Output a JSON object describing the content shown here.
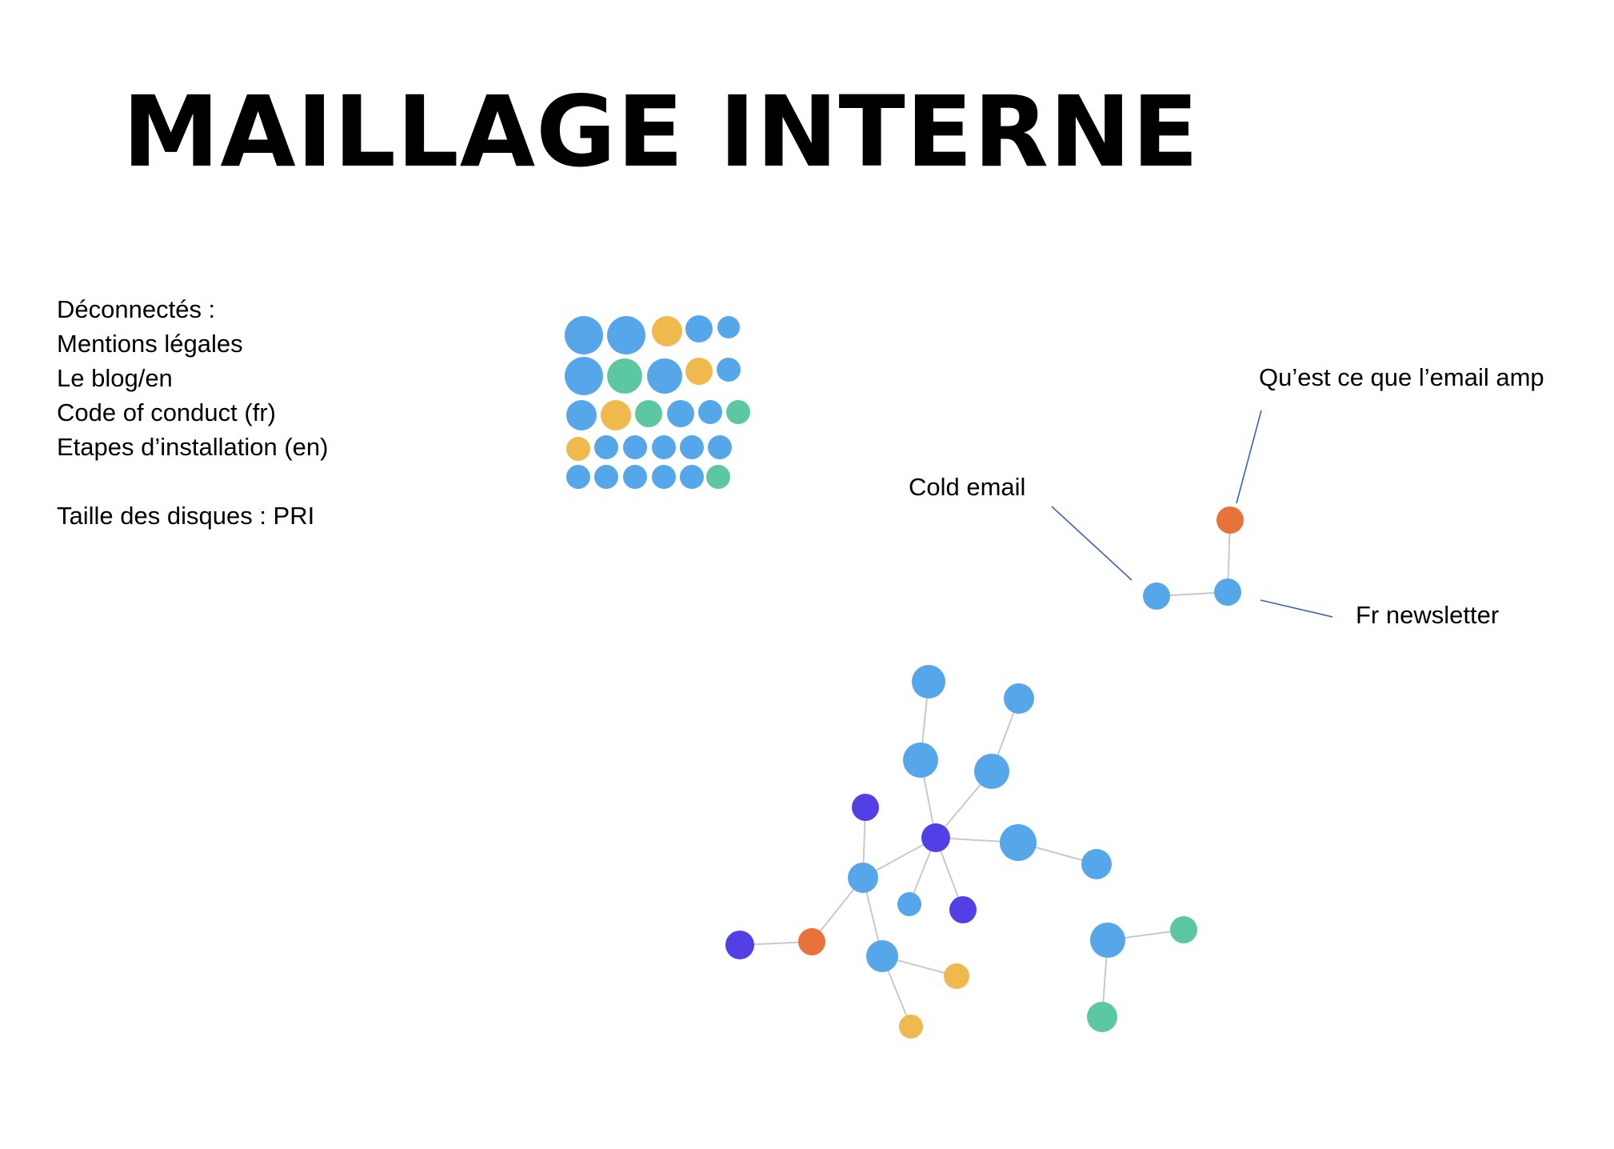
{
  "title": "MAILLAGE INTERNE",
  "notes": {
    "lines": [
      "Déconnectés :",
      "Mentions légales",
      "Le blog/en",
      "Code of conduct (fr)",
      "Etapes d’installation (en)",
      "",
      "Taille des disques : PRI"
    ]
  },
  "callouts": {
    "cold_email": "Cold email",
    "email_amp": "Qu’est ce que l’email amp",
    "fr_newsletter": "Fr newsletter"
  },
  "colors": {
    "blue": "#56a6ea",
    "green": "#5bc8a1",
    "yellow": "#f0b94d",
    "orange": "#e8733a",
    "purple": "#5240e6",
    "edge": "#c9c9c9",
    "callout_line": "#3a63b5"
  }
}
